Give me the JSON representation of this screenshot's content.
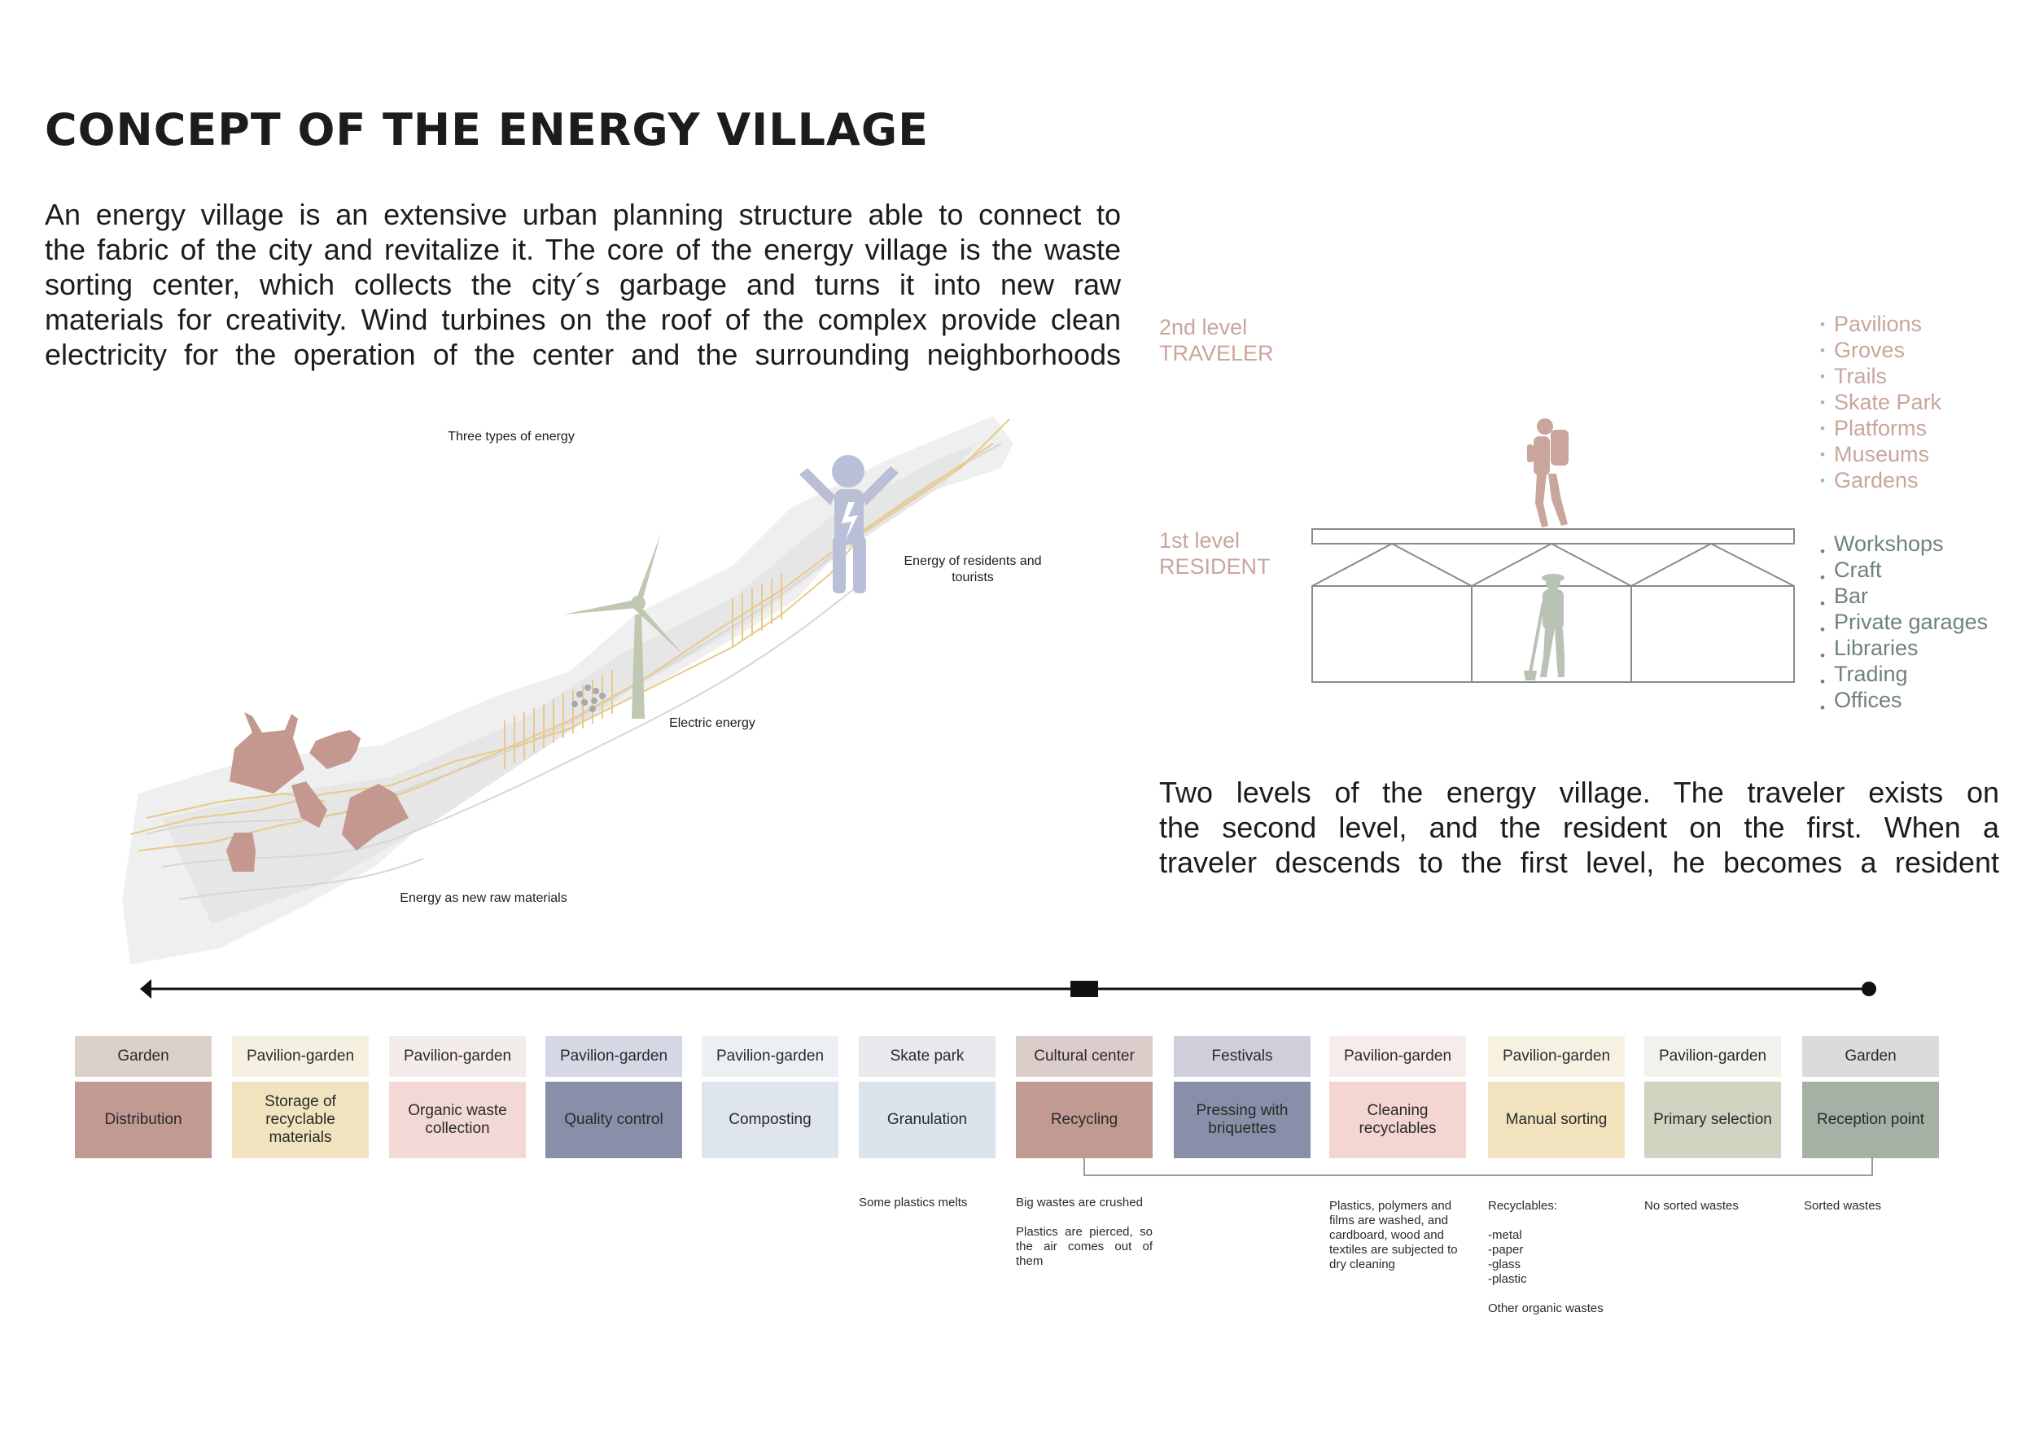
{
  "title": "CONCEPT OF THE ENERGY VILLAGE",
  "intro_lines": [
    "An energy village is an extensive urban planning structure able to connect to",
    "the fabric of the city and revitalize it. The core of the energy village is the waste",
    "sorting center, which  collects the city´s garbage and turns it into new raw",
    "materials for creativity. Wind turbines on the roof of the complex provide clean",
    "electricity for the operation of the center and the surrounding neighborhoods"
  ],
  "map": {
    "three_types": "Three types of energy",
    "residents": "Energy of residents and tourists",
    "electric": "Electric energy",
    "raw": "Energy as new raw materials",
    "colors": {
      "waste": "#c4978f",
      "turbine": "#bfc8b0",
      "person": "#b9bfd6",
      "path": "#e9c98a",
      "terrain": "#ececec"
    }
  },
  "levels": {
    "second_level": "2nd level",
    "traveler": "TRAVELER",
    "first_level": "1st level",
    "resident": "RESIDENT",
    "top_items": [
      "Pavilions",
      "Groves",
      "Trails",
      "Skate Park",
      "Platforms",
      "Museums",
      "Gardens"
    ],
    "bottom_items": [
      "Workshops",
      "Craft",
      "Bar",
      "Private garages",
      "Libraries",
      "Trading",
      "Offices"
    ],
    "description_lines": [
      "Two levels of the energy village. The traveler exists on",
      "the second level, and the resident on the first. When a",
      "traveler descends to the first level, he becomes a resident"
    ],
    "colors": {
      "traveler": "#c9a59b",
      "resident": "#b8c2b5",
      "resident_text": "#6f8378"
    }
  },
  "steps": [
    {
      "head": "Garden",
      "body": "Distribution",
      "head_color": "#dbd0ca",
      "body_color": "#c09a93"
    },
    {
      "head": "Pavilion-garden",
      "body": "Storage of recyclable materials",
      "head_color": "#f6f0e0",
      "body_color": "#f0e3be"
    },
    {
      "head": "Pavilion-garden",
      "body": "Organic waste collection",
      "head_color": "#f4ecea",
      "body_color": "#f3d9d5"
    },
    {
      "head": "Pavilion-garden",
      "body": "Quality control",
      "head_color": "#d6d7e4",
      "body_color": "#898fa9"
    },
    {
      "head": "Pavilion-garden",
      "body": "Composting",
      "head_color": "#eceff4",
      "body_color": "#dfe5ee"
    },
    {
      "head": "Skate park",
      "body": "Granulation",
      "head_color": "#e7e9ec",
      "body_color": "#dbe3ec"
    },
    {
      "head": "Cultural center",
      "body": "Recycling",
      "head_color": "#dbcdca",
      "body_color": "#c09a93"
    },
    {
      "head": "Festivals",
      "body": "Pressing with briquettes",
      "head_color": "#cfcfdc",
      "body_color": "#898fa9"
    },
    {
      "head": "Pavilion-garden",
      "body": "Cleaning recyclables",
      "head_color": "#f6ecea",
      "body_color": "#f3d5d1"
    },
    {
      "head": "Pavilion-garden",
      "body": "Manual sorting",
      "head_color": "#f6f1e1",
      "body_color": "#f0e3be"
    },
    {
      "head": "Pavilion-garden",
      "body": "Primary selection",
      "head_color": "#f1f2ec",
      "body_color": "#d0d5c1"
    },
    {
      "head": "Garden",
      "body": "Reception point",
      "head_color": "#dadcda",
      "body_color": "#a6b1a6"
    }
  ],
  "notes": {
    "granulation": "Some plastics melts",
    "recycling_1": "Big wastes are crushed",
    "recycling_2": "Plastics are pierced, so the air comes out of them",
    "cleaning": "Plastics, polymers and films are washed, and cardboard, wood and textiles are subjected to dry cleaning",
    "manual_title": "Recyclables:",
    "manual_items": [
      "-metal",
      "-paper",
      "-glass",
      "-plastic"
    ],
    "manual_other": "Other organic wastes",
    "primary": "No sorted wastes",
    "reception": "Sorted wastes"
  }
}
